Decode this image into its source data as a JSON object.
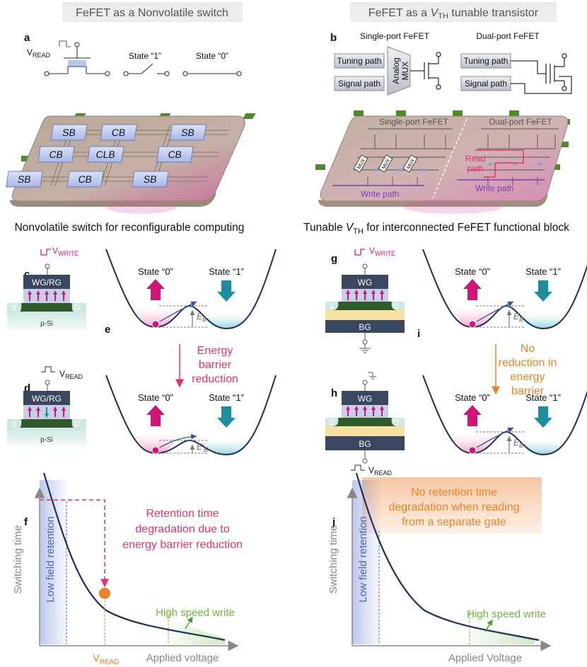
{
  "colors": {
    "magenta": "#d1147a",
    "pink": "#e8316b",
    "orange": "#e98326",
    "green": "#6fb43f",
    "teal": "#1e8e9c",
    "navy": "#2f3f5f",
    "gate_blue": "#39465f",
    "purple": "#7b3fb0",
    "curve": "#1f2f5c"
  },
  "icons": [
    "switch-symbol",
    "fefet-symbol",
    "ground-symbol",
    "polarization-arrow",
    "ball-marker"
  ],
  "headers": {
    "left": "FeFET as a Nonvolatile switch",
    "right_prefix": "FeFET as a ",
    "right_v": "V",
    "right_sub": "TH",
    "right_suffix": " tunable transistor"
  },
  "captions": {
    "left": "Nonvolatile switch for reconfigurable computing",
    "right_prefix": "Tunable ",
    "right_v": "V",
    "right_sub": "TH",
    "right_suffix": " for interconnected FeFET functional block"
  },
  "panel_labels": {
    "a": "a",
    "b": "b",
    "c": "c",
    "d": "d",
    "e": "e",
    "f": "f",
    "g": "g",
    "h": "h",
    "i": "i",
    "j": "j"
  },
  "panel_a": {
    "v_read": "V",
    "v_read_sub": "READ",
    "state1": "State “1”",
    "state0": "State “0”"
  },
  "chip_left": {
    "blocks": [
      "SB",
      "CB",
      "SB",
      "CB",
      "CLB",
      "CB",
      "SB",
      "CB",
      "SB"
    ]
  },
  "panel_b": {
    "single_title": "Single-port FeFET",
    "dual_title": "Dual-port FeFET",
    "tuning": "Tuning path",
    "signal": "Signal path",
    "mux_line1": "Analog",
    "mux_line2": "MUX"
  },
  "chip_right": {
    "single_label": "Single-port FeFET",
    "dual_label": "Dual-port FeFET",
    "mux": "MUX",
    "write_path": "Write path",
    "read_path_1": "Read",
    "read_path_2": "path"
  },
  "panel_c": {
    "v": "V",
    "sub": "WRITE",
    "gate": "WG/RG",
    "source": "S",
    "drain": "D",
    "substrate": "p-Si"
  },
  "panel_d": {
    "v": "V",
    "sub": "READ",
    "gate": "WG/RG",
    "source": "S",
    "drain": "D",
    "substrate": "p-Si"
  },
  "panel_g": {
    "v": "V",
    "sub": "WRITE",
    "gate": "WG",
    "source": "S",
    "drain": "D",
    "bottom_gate": "BG"
  },
  "panel_h": {
    "v": "V",
    "sub": "READ",
    "gate": "WG",
    "source": "S",
    "drain": "D",
    "bottom_gate": "BG"
  },
  "wells": {
    "state0": "State “0”",
    "state1": "State “1”",
    "eb": "E",
    "eb_sub": "B",
    "ebp": "E′",
    "ebp_sub": "B"
  },
  "panel_e_note": {
    "line1": "Energy",
    "line2": "barrier",
    "line3": "reduction"
  },
  "panel_i_note": {
    "line1": "No",
    "line2": "reduction in",
    "line3": "energy",
    "line4": "barrier"
  },
  "panel_f": {
    "ylabel": "Switching time",
    "xlabel": "Applied voltage",
    "low_field": "Low field retention",
    "high_speed": "High speed write",
    "v": "V",
    "v_sub": "READ",
    "note_1": "Retention time",
    "note_2": "degradation due to",
    "note_3": "energy barrier reduction"
  },
  "panel_j": {
    "ylabel": "Switching time",
    "xlabel": "Applied Voltage",
    "low_field": "Low field retention",
    "high_speed": "High speed write",
    "note_1": "No retention time",
    "note_2": "degradation when reading",
    "note_3": "from a separate gate"
  }
}
